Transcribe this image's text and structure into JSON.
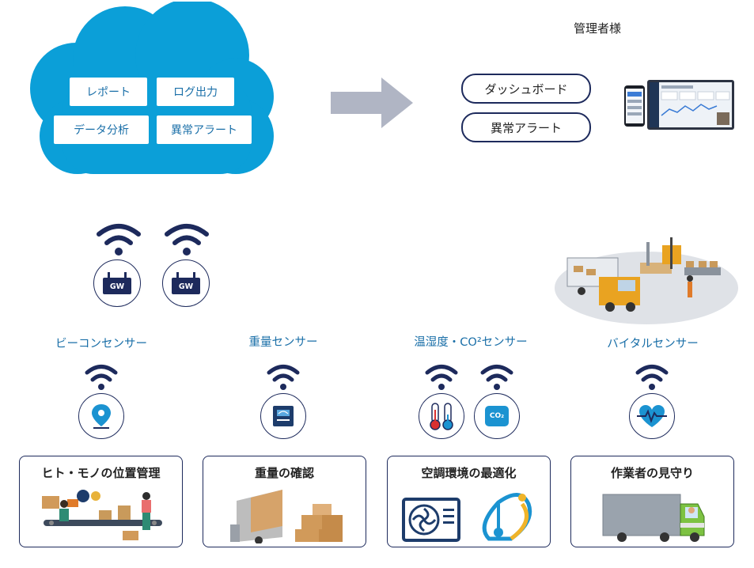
{
  "cloud": {
    "chips": [
      "レポート",
      "ログ出力",
      "データ分析",
      "異常アラート"
    ]
  },
  "admin": {
    "title": "管理者様",
    "buttons": [
      "ダッシュボード",
      "異常アラート"
    ]
  },
  "gateway": {
    "label": "GW"
  },
  "sensors": [
    {
      "label": "ビーコンセンサー"
    },
    {
      "label": "重量センサー"
    },
    {
      "label": "温湿度・CO²センサー"
    },
    {
      "label": "バイタルセンサー"
    }
  ],
  "co2_badge": "CO₂",
  "cards": [
    {
      "title": "ヒト・モノの位置管理"
    },
    {
      "title": "重量の確認"
    },
    {
      "title": "空調環境の最適化"
    },
    {
      "title": "作業者の見守り"
    }
  ],
  "colors": {
    "cloud": "#0b9fd8",
    "navy": "#1d2a5c",
    "arrow": "#b0b5c4",
    "label_blue": "#1a6fa8"
  }
}
